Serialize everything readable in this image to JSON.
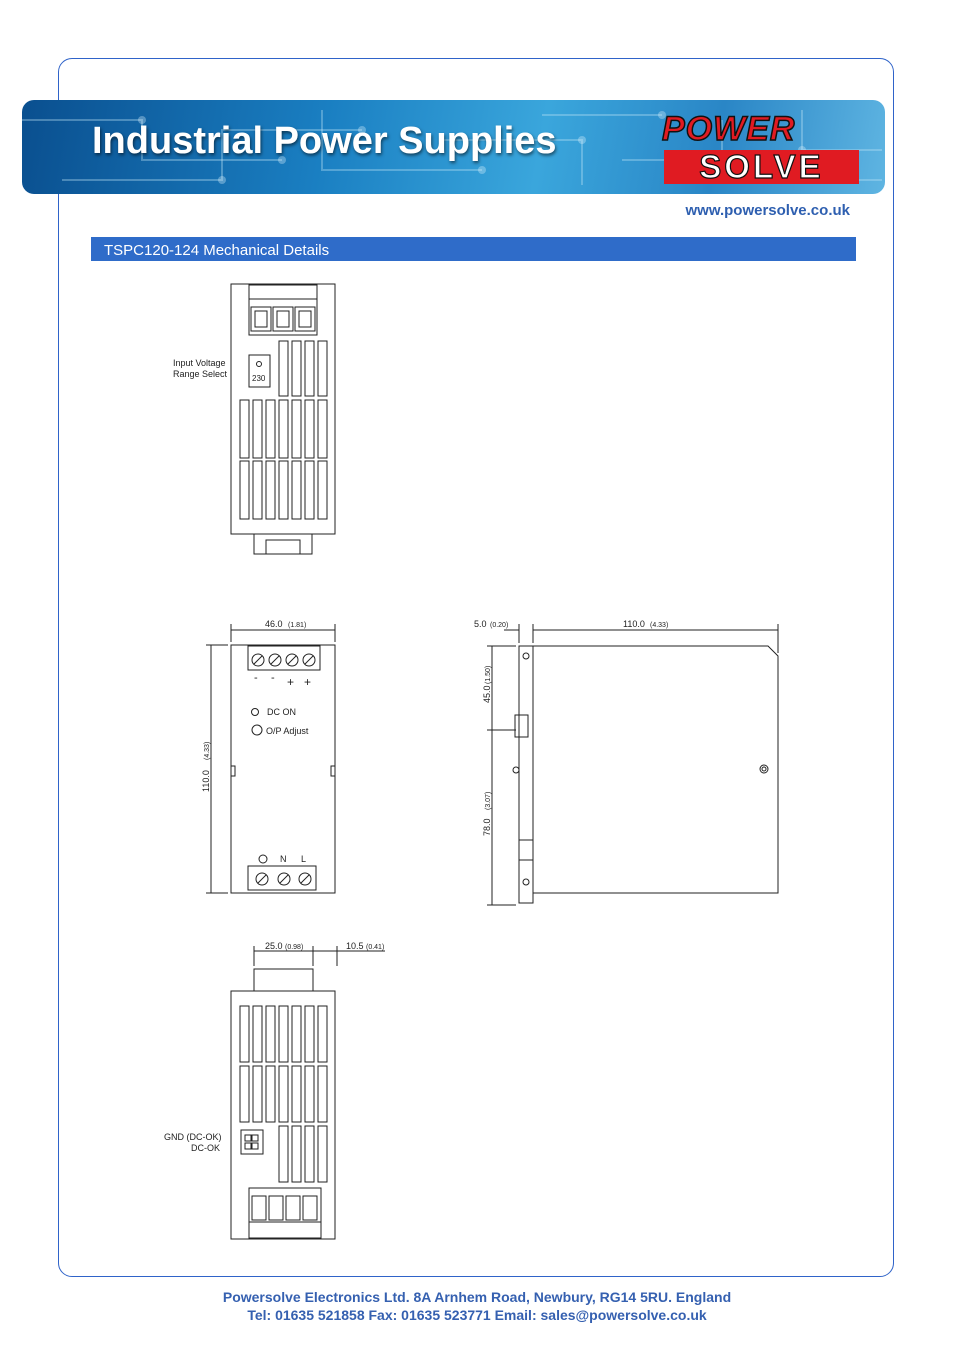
{
  "banner": {
    "title": "Industrial Power Supplies"
  },
  "logo": {
    "line1": "POWER",
    "line2": "SOLVE"
  },
  "website": "www.powersolve.co.uk",
  "section": {
    "title": "TSPC120-124 Mechanical Details"
  },
  "drawing": {
    "top_view": {
      "label_line1": "Input Voltage",
      "label_line2": "Range Select",
      "switch_value": "230"
    },
    "front_view": {
      "width_dim": "46.0",
      "width_dim_in": "(1.81)",
      "height_dim": "110.0",
      "height_dim_in": "(4.33)",
      "out_terminals": [
        "-",
        "-",
        "+",
        "+"
      ],
      "dc_on": "DC ON",
      "op_adjust": "O/P Adjust",
      "in_terminals": [
        "N",
        "L"
      ]
    },
    "side_view": {
      "rail_dim": "5.0",
      "rail_dim_in": "(0.20)",
      "depth_dim": "110.0",
      "depth_dim_in": "(4.33)",
      "upper_dim": "45.0",
      "upper_dim_in": "(1.50)",
      "lower_dim": "78.0",
      "lower_dim_in": "(3.07)"
    },
    "bottom_view": {
      "dim_a": "25.0",
      "dim_a_in": "(0.98)",
      "dim_b": "10.5",
      "dim_b_in": "(0.41)",
      "label_line1": "GND (DC-OK)",
      "label_line2": "DC-OK"
    }
  },
  "footer": {
    "line1": "Powersolve Electronics Ltd.  8A Arnhem Road,  Newbury, RG14 5RU.  England",
    "line2": "Tel: 01635 521858  Fax: 01635 523771  Email: sales@powersolve.co.uk"
  }
}
